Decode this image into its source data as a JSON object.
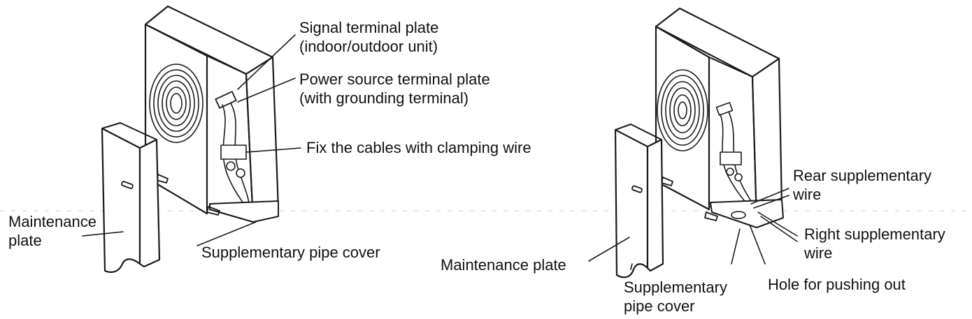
{
  "left_figure": {
    "labels": {
      "signal_terminal_plate": [
        "Signal terminal plate",
        "(indoor/outdoor unit)"
      ],
      "power_source_terminal_plate": [
        "Power source terminal plate",
        "(with grounding terminal)"
      ],
      "fix_cables": [
        "Fix the cables with clamping wire"
      ],
      "maintenance_plate": [
        "Maintenance",
        "plate"
      ],
      "supplementary_pipe_cover": [
        "Supplementary pipe cover"
      ]
    }
  },
  "right_figure": {
    "labels": {
      "rear_supplementary_wire": [
        "Rear supplementary",
        "wire"
      ],
      "right_supplementary_wire": [
        "Right supplementary",
        "wire"
      ],
      "maintenance_plate": [
        "Maintenance plate"
      ],
      "supplementary_pipe_cover": [
        "Supplementary",
        "pipe cover"
      ],
      "hole_for_pushing_out": [
        "Hole for pushing out"
      ]
    }
  }
}
